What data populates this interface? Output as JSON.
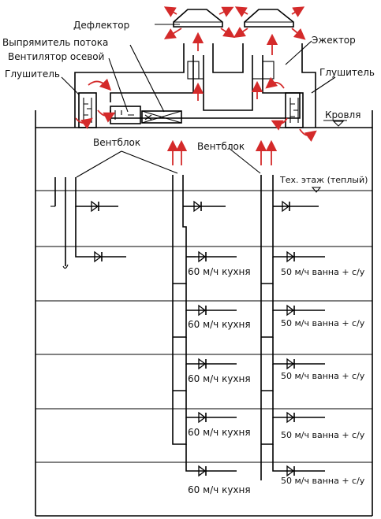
{
  "labels": {
    "deflector": "Дефлектор",
    "rectifier": "Выпрямитель потока",
    "fan": "Вентилятор осевой",
    "silencer_left": "Глушитель",
    "ejector": "Эжектор",
    "silencer_right": "Глушитель",
    "roof": "Кровля",
    "ventblock_1": "Вентблок",
    "ventblock_2": "Вентблок",
    "tech_floor": "Тех. этаж (теплый)"
  },
  "floors": [
    {
      "kitchen": "60 м/ч кухня",
      "bath": "50 м/ч ванна + с/у"
    },
    {
      "kitchen": "60 м/ч кухня",
      "bath": "50 м/ч ванна + с/у"
    },
    {
      "kitchen": "60 м/ч кухня",
      "bath": "50 м/ч ванна + с/у"
    },
    {
      "kitchen": "60 м/ч кухня",
      "bath": "50 м/ч ванна + с/у"
    },
    {
      "kitchen": "60 м/ч кухня",
      "bath": "50 м/ч ванна + с/у"
    }
  ],
  "colors": {
    "airflow": "#d42a2a",
    "lines": "#000000"
  }
}
